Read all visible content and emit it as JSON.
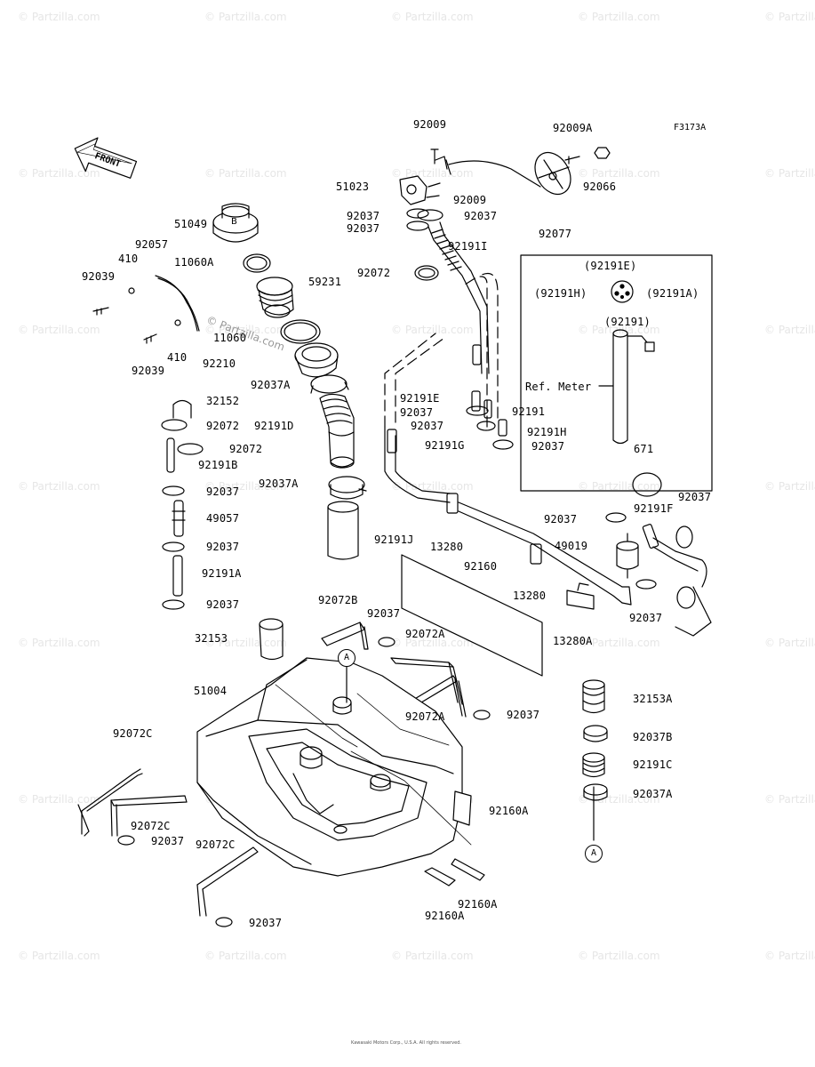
{
  "diagram_code": "F3173A",
  "front_label": "FRONT",
  "watermark": "© Partzilla.com",
  "center_watermark": "© Partzilla.com",
  "ref_circle": "A",
  "inset_label": "Ref. Meter",
  "credit_line1": "Kawasaki Motors Corp., U.S.A. All rights reserved.",
  "credit_line2": "",
  "parts": [
    {
      "id": "p92009a",
      "text": "92009"
    },
    {
      "id": "p92009b",
      "text": "92009"
    },
    {
      "id": "p92009A",
      "text": "92009A"
    },
    {
      "id": "p92066",
      "text": "92066"
    },
    {
      "id": "p51023",
      "text": "51023"
    },
    {
      "id": "p92037_1",
      "text": "92037"
    },
    {
      "id": "p92037_2",
      "text": "92037"
    },
    {
      "id": "p92037_3",
      "text": "92037"
    },
    {
      "id": "p92077",
      "text": "92077"
    },
    {
      "id": "p92191I",
      "text": "92191I"
    },
    {
      "id": "p51049",
      "text": "51049"
    },
    {
      "id": "p92057",
      "text": "92057"
    },
    {
      "id": "p410a",
      "text": "410"
    },
    {
      "id": "p410b",
      "text": "410"
    },
    {
      "id": "p92039a",
      "text": "92039"
    },
    {
      "id": "p92039b",
      "text": "92039"
    },
    {
      "id": "p11060A",
      "text": "11060A"
    },
    {
      "id": "p59231",
      "text": "59231"
    },
    {
      "id": "p11060",
      "text": "11060"
    },
    {
      "id": "p92210",
      "text": "92210"
    },
    {
      "id": "p92037A_1",
      "text": "92037A"
    },
    {
      "id": "p92072_1",
      "text": "92072"
    },
    {
      "id": "p92191E_i",
      "text": "(92191E)"
    },
    {
      "id": "p92191H_i",
      "text": "(92191H)"
    },
    {
      "id": "p92191A_i",
      "text": "(92191A)"
    },
    {
      "id": "p92191_i",
      "text": "(92191)"
    },
    {
      "id": "p32152",
      "text": "32152"
    },
    {
      "id": "p92072_2",
      "text": "92072"
    },
    {
      "id": "p92191D",
      "text": "92191D"
    },
    {
      "id": "p92072_3",
      "text": "92072"
    },
    {
      "id": "p92191B",
      "text": "92191B"
    },
    {
      "id": "p92037_4",
      "text": "92037"
    },
    {
      "id": "p92037A_2",
      "text": "92037A"
    },
    {
      "id": "p49057",
      "text": "49057"
    },
    {
      "id": "p92037_5",
      "text": "92037"
    },
    {
      "id": "p92191A",
      "text": "92191A"
    },
    {
      "id": "p92037_6",
      "text": "92037"
    },
    {
      "id": "p92191J",
      "text": "92191J"
    },
    {
      "id": "p92191E",
      "text": "92191E"
    },
    {
      "id": "p92037_7",
      "text": "92037"
    },
    {
      "id": "p92191",
      "text": "92191"
    },
    {
      "id": "p92037_8",
      "text": "92037"
    },
    {
      "id": "p92191H",
      "text": "92191H"
    },
    {
      "id": "p92191G",
      "text": "92191G"
    },
    {
      "id": "p92037_9",
      "text": "92037"
    },
    {
      "id": "p671",
      "text": "671"
    },
    {
      "id": "p92037_10",
      "text": "92037"
    },
    {
      "id": "p92191F",
      "text": "92191F"
    },
    {
      "id": "p92037_11",
      "text": "92037"
    },
    {
      "id": "p49019",
      "text": "49019"
    },
    {
      "id": "p13280a",
      "text": "13280"
    },
    {
      "id": "p92160",
      "text": "92160"
    },
    {
      "id": "p13280b",
      "text": "13280"
    },
    {
      "id": "p92037_12",
      "text": "92037"
    },
    {
      "id": "p13280A",
      "text": "13280A"
    },
    {
      "id": "p92072B",
      "text": "92072B"
    },
    {
      "id": "p92037_13",
      "text": "92037"
    },
    {
      "id": "p92072A_1",
      "text": "92072A"
    },
    {
      "id": "p32153",
      "text": "32153"
    },
    {
      "id": "p92072A_2",
      "text": "92072A"
    },
    {
      "id": "p92037_14",
      "text": "92037"
    },
    {
      "id": "p51004",
      "text": "51004"
    },
    {
      "id": "p32153A",
      "text": "32153A"
    },
    {
      "id": "p92037B",
      "text": "92037B"
    },
    {
      "id": "p92191C",
      "text": "92191C"
    },
    {
      "id": "p92037A_3",
      "text": "92037A"
    },
    {
      "id": "p92072C_1",
      "text": "92072C"
    },
    {
      "id": "p92072C_2",
      "text": "92072C"
    },
    {
      "id": "p92037_15",
      "text": "92037"
    },
    {
      "id": "p92160A_1",
      "text": "92160A"
    },
    {
      "id": "p92072C_3",
      "text": "92072C"
    },
    {
      "id": "p92037_16",
      "text": "92037"
    },
    {
      "id": "p92160A_2",
      "text": "92160A"
    },
    {
      "id": "p92160A_3",
      "text": "92160A"
    }
  ]
}
